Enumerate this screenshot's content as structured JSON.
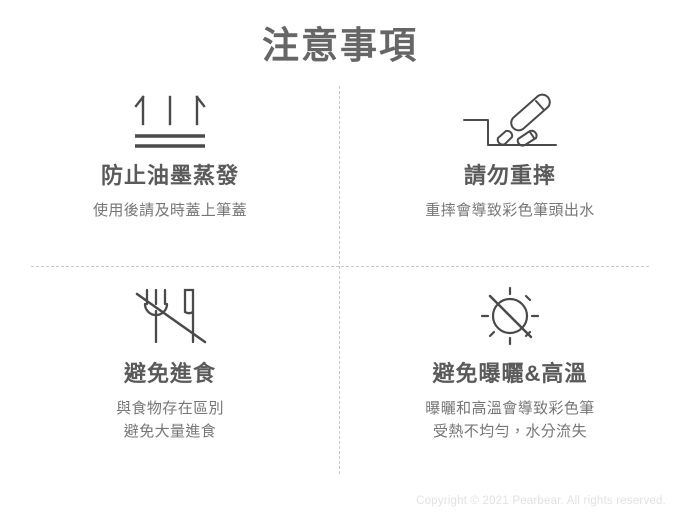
{
  "header": {
    "title": "注意事項"
  },
  "colors": {
    "title": "#666666",
    "heading": "#5a5a5a",
    "description": "#767676",
    "icon_stroke": "#4a4a4a",
    "divider": "#c9c9c9",
    "footer": "#e2e2e2",
    "background": "#ffffff"
  },
  "cells": [
    {
      "icon": "ink-evaporation-icon",
      "heading": "防止油墨蒸發",
      "description": [
        "使用後請及時蓋上筆蓋"
      ]
    },
    {
      "icon": "do-not-drop-icon",
      "heading": "請勿重摔",
      "description": [
        "重摔會導致彩色筆頭出水"
      ]
    },
    {
      "icon": "no-eating-icon",
      "heading": "避免進食",
      "description": [
        "與食物存在區別",
        "避免大量進食"
      ]
    },
    {
      "icon": "no-sun-heat-icon",
      "heading": "避免曝曬&高溫",
      "description": [
        "曝曬和高溫會導致彩色筆",
        "受熱不均勻，水分流失"
      ]
    }
  ],
  "footer": {
    "copyright": "Copyright © 2021 Pearbear. All rights reserved."
  }
}
